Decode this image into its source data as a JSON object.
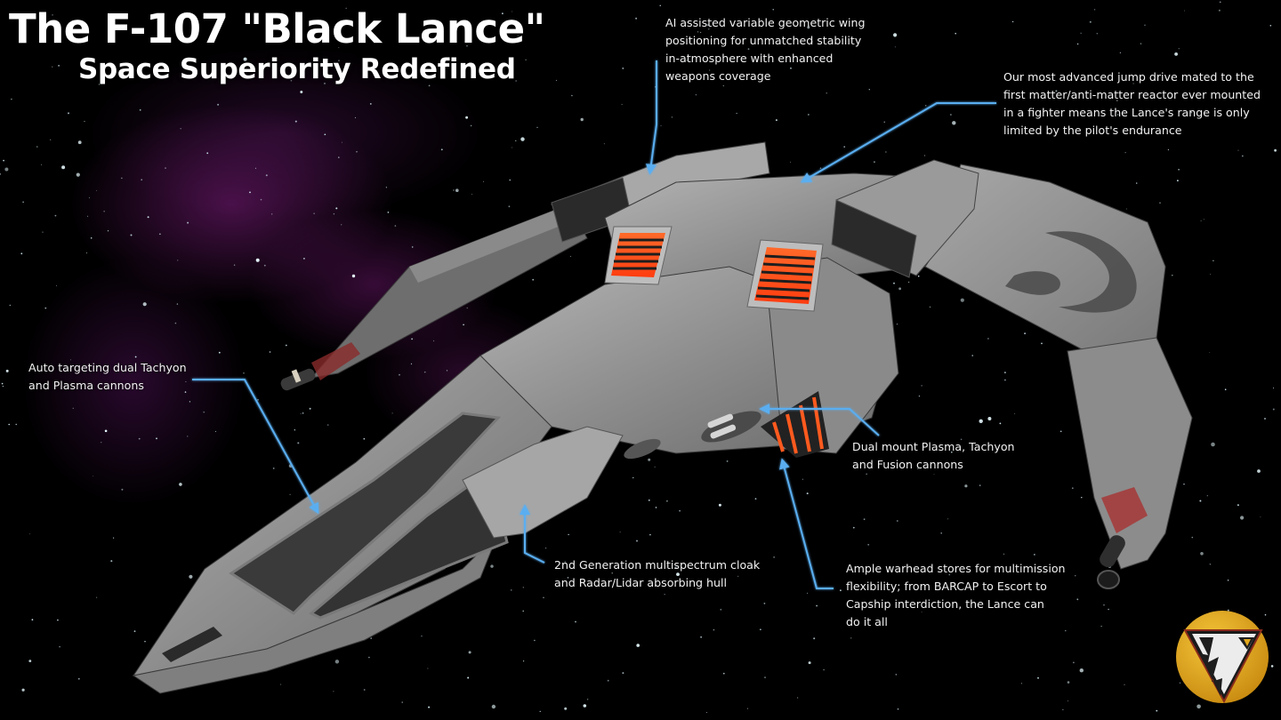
{
  "title": "The F-107 \"Black Lance\"",
  "subtitle": "Space Superiority Redefined",
  "callouts": [
    {
      "id": "wing",
      "text": "AI assisted variable geometric wing\npositioning for unmatched stability\nin-atmosphere with enhanced\nweapons coverage"
    },
    {
      "id": "drive",
      "text": "Our most advanced jump drive mated to the\nfirst matter/anti-matter reactor ever mounted\nin a fighter means the Lance's range is only\nlimited by the pilot's endurance"
    },
    {
      "id": "tachyon",
      "text": "Auto targeting dual Tachyon\nand Plasma cannons"
    },
    {
      "id": "dual-mount",
      "text": "Dual mount Plasma, Tachyon\nand Fusion cannons"
    },
    {
      "id": "cloak",
      "text": "2nd Generation multispectrum cloak\nand Radar/Lidar absorbing hull"
    },
    {
      "id": "warhead",
      "text": "Ample warhead stores for multimission\nflexibility; from BARCAP to Escort to\nCapship interdiction, the Lance can\ndo it all"
    }
  ],
  "colors": {
    "callout_line": "#5aaef0",
    "hull": "#8f8f8f",
    "canopy": "#3a3a3a",
    "vent_glow": "#ff5a1e",
    "nebula": "#7a1e7e",
    "logo_gold": "#e2a81c"
  },
  "logo": {
    "name": "lightning-triangle-emblem"
  }
}
